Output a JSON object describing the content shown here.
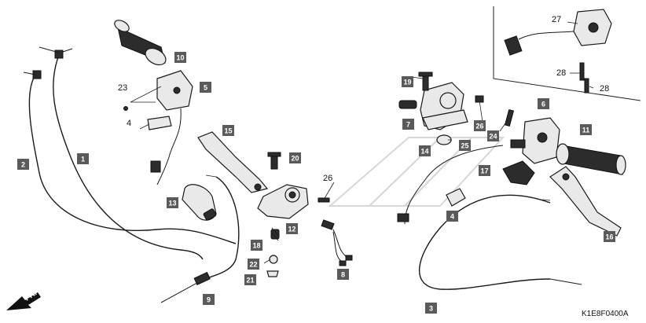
{
  "diagram": {
    "code": "K1E8F0400A",
    "direction_label": "FR.",
    "callouts": [
      {
        "n": "1"
      },
      {
        "n": "2"
      },
      {
        "n": "3"
      },
      {
        "n": "4"
      },
      {
        "n": "4"
      },
      {
        "n": "5"
      },
      {
        "n": "6"
      },
      {
        "n": "7"
      },
      {
        "n": "8"
      },
      {
        "n": "9"
      },
      {
        "n": "10"
      },
      {
        "n": "11"
      },
      {
        "n": "12"
      },
      {
        "n": "13"
      },
      {
        "n": "14"
      },
      {
        "n": "15"
      },
      {
        "n": "16"
      },
      {
        "n": "17"
      },
      {
        "n": "18"
      },
      {
        "n": "19"
      },
      {
        "n": "20"
      },
      {
        "n": "21"
      },
      {
        "n": "22"
      },
      {
        "n": "23"
      },
      {
        "n": "24"
      },
      {
        "n": "25"
      },
      {
        "n": "26"
      },
      {
        "n": "26"
      },
      {
        "n": "27"
      },
      {
        "n": "28"
      },
      {
        "n": "28"
      }
    ]
  }
}
